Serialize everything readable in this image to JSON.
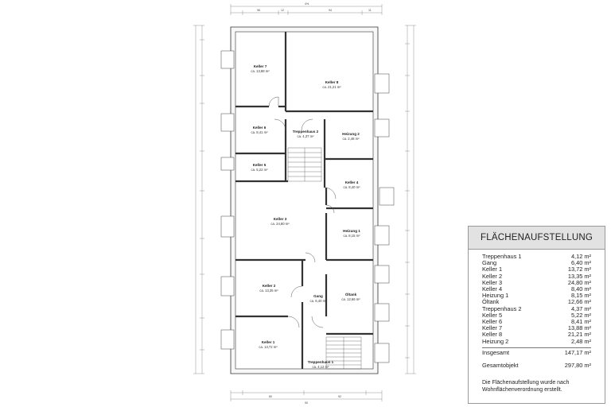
{
  "rooms": {
    "keller7": {
      "name": "Keller 7",
      "area": "ca. 13,88 m²"
    },
    "keller8": {
      "name": "Keller 8",
      "area": "ca. 21,21 m²"
    },
    "keller6": {
      "name": "Keller 6",
      "area": "ca. 8,41 m²"
    },
    "keller5": {
      "name": "Keller 5",
      "area": "ca. 5,22 m²"
    },
    "treppenhaus2": {
      "name": "Treppenhaus 2",
      "area": "ca. 4,37 m²"
    },
    "heizung2": {
      "name": "Heizung 2",
      "area": "ca. 2,48 m²"
    },
    "keller4": {
      "name": "Keller 4",
      "area": "ca. 8,40 m²"
    },
    "keller3": {
      "name": "Keller 3",
      "area": "ca. 24,80 m²"
    },
    "heizung1": {
      "name": "Heizung 1",
      "area": "ca. 8,15 m²"
    },
    "keller2": {
      "name": "Keller 2",
      "area": "ca. 13,35 m²"
    },
    "gang": {
      "name": "Gang",
      "area": "ca. 6,40 m²"
    },
    "oeltank": {
      "name": "Öltank",
      "area": "ca. 12,66 m²"
    },
    "keller1": {
      "name": "Keller 1",
      "area": "ca. 13,72 m²"
    },
    "treppenhaus1": {
      "name": "Treppenhaus 1",
      "area": "ca. 4,12 m²"
    }
  },
  "summary": {
    "title": "FLÄCHENAUFSTELLUNG",
    "items": [
      {
        "label": "Treppenhaus 1",
        "value": "4,12 m²"
      },
      {
        "label": "Gang",
        "value": "6,40 m²"
      },
      {
        "label": "Keller 1",
        "value": "13,72 m²"
      },
      {
        "label": "Keller 2",
        "value": "13,35 m²"
      },
      {
        "label": "Keller 3",
        "value": "24,80 m²"
      },
      {
        "label": "Keller 4",
        "value": "8,40 m²"
      },
      {
        "label": "Heizung 1",
        "value": "8,15 m²"
      },
      {
        "label": "Öltank",
        "value": "12,66 m²"
      },
      {
        "label": "Treppenhaus 2",
        "value": "4,37 m²"
      },
      {
        "label": "Keller 5",
        "value": "5,22 m²"
      },
      {
        "label": "Keller 6",
        "value": "8,41 m²"
      },
      {
        "label": "Keller 7",
        "value": "13,88 m²"
      },
      {
        "label": "Keller 8",
        "value": "21,21 m²"
      },
      {
        "label": "Heizung 2",
        "value": "2,48 m²"
      }
    ],
    "total_label": "Insgesamt",
    "total_value": "147,17 m²",
    "object_label": "Gesamtobjekt",
    "object_value": "297,80 m²",
    "note": "Die Flächenaufstellung wurde nach Wohnflächenverordnung erstellt."
  }
}
